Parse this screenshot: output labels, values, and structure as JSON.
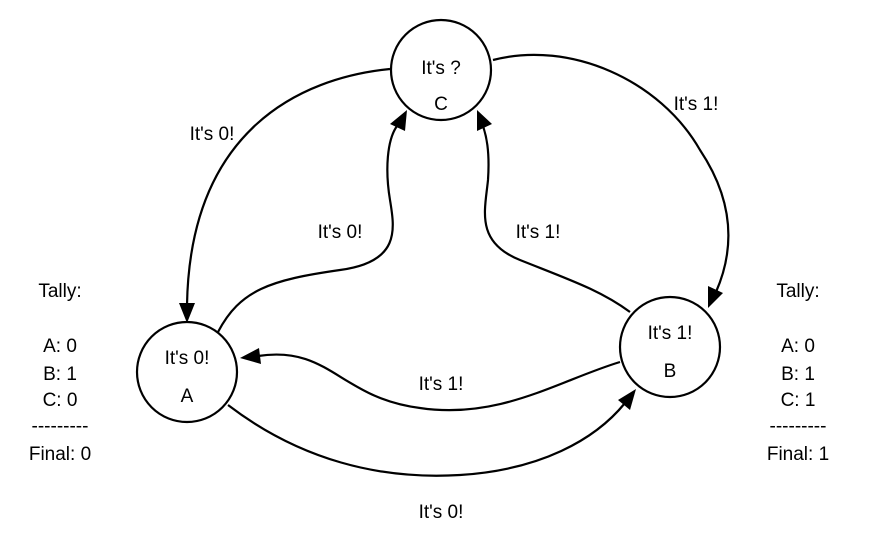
{
  "nodes": {
    "c": {
      "id": "C",
      "message": "It's ?"
    },
    "a": {
      "id": "A",
      "message": "It's 0!"
    },
    "b": {
      "id": "B",
      "message": "It's 1!"
    }
  },
  "edges": {
    "c_to_a": {
      "label": "It's 0!"
    },
    "a_to_c": {
      "label": "It's 0!"
    },
    "b_to_c": {
      "label": "It's 1!"
    },
    "c_to_b": {
      "label": "It's 1!"
    },
    "b_to_a": {
      "label": "It's 1!"
    },
    "a_to_b": {
      "label": "It's 0!"
    }
  },
  "tally_left": {
    "title": "Tally:",
    "line_a": "A: 0",
    "line_b": "B: 1",
    "line_c": "C: 0",
    "separator": "---------",
    "final": "Final: 0"
  },
  "tally_right": {
    "title": "Tally:",
    "line_a": "A: 0",
    "line_b": "B: 1",
    "line_c": "C: 1",
    "separator": "---------",
    "final": "Final: 1"
  },
  "colors": {
    "stroke": "#000000",
    "background": "#ffffff"
  }
}
